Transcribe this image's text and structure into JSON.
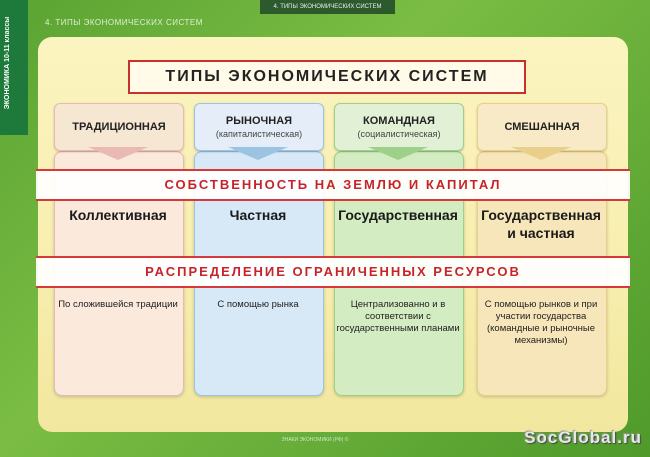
{
  "side_label": "ЭКОНОМИКА 10-11 классы",
  "top_label": "4. ТИПЫ ЭКОНОМИЧЕСКИХ СИСТЕМ",
  "subtitle": "4. ТИПЫ ЭКОНОМИЧЕСКИХ СИСТЕМ",
  "title": "ТИПЫ ЭКОНОМИЧЕСКИХ СИСТЕМ",
  "band1": "СОБСТВЕННОСТЬ НА ЗЕМЛЮ И КАПИТАЛ",
  "band2": "РАСПРЕДЕЛЕНИЕ ОГРАНИЧЕННЫХ РЕСУРСОВ",
  "columns": [
    {
      "name": "ТРАДИЦИОННАЯ",
      "sub": "",
      "ownership": "Коллективная",
      "distribution": "По сложившейся традиции",
      "head_color": "#f6e7d2",
      "body_color": "#fbe9dc",
      "border_color": "#e9b9b5"
    },
    {
      "name": "РЫНОЧНАЯ",
      "sub": "(капиталистическая)",
      "ownership": "Частная",
      "distribution": "С помощью рынка",
      "head_color": "#e5eef8",
      "body_color": "#d7e8f6",
      "border_color": "#9cc4e2"
    },
    {
      "name": "КОМАНДНАЯ",
      "sub": "(социалистическая)",
      "ownership": "Государственная",
      "distribution": "Централизованно и в соответствии с государственными планами",
      "head_color": "#e2f0d6",
      "body_color": "#d4ecc2",
      "border_color": "#9fd08a"
    },
    {
      "name": "СМЕШАННАЯ",
      "sub": "",
      "ownership": "Государственная и частная",
      "distribution": "С помощью рынков и при участии государства (командные и рыночные механизмы)",
      "head_color": "#f8eac6",
      "body_color": "#f7e6b9",
      "border_color": "#e8cf8a"
    }
  ],
  "footer": "ЗНАКИ ЭКОНОМИКИ (РФ) ©",
  "watermark": "SocGlobal.ru"
}
